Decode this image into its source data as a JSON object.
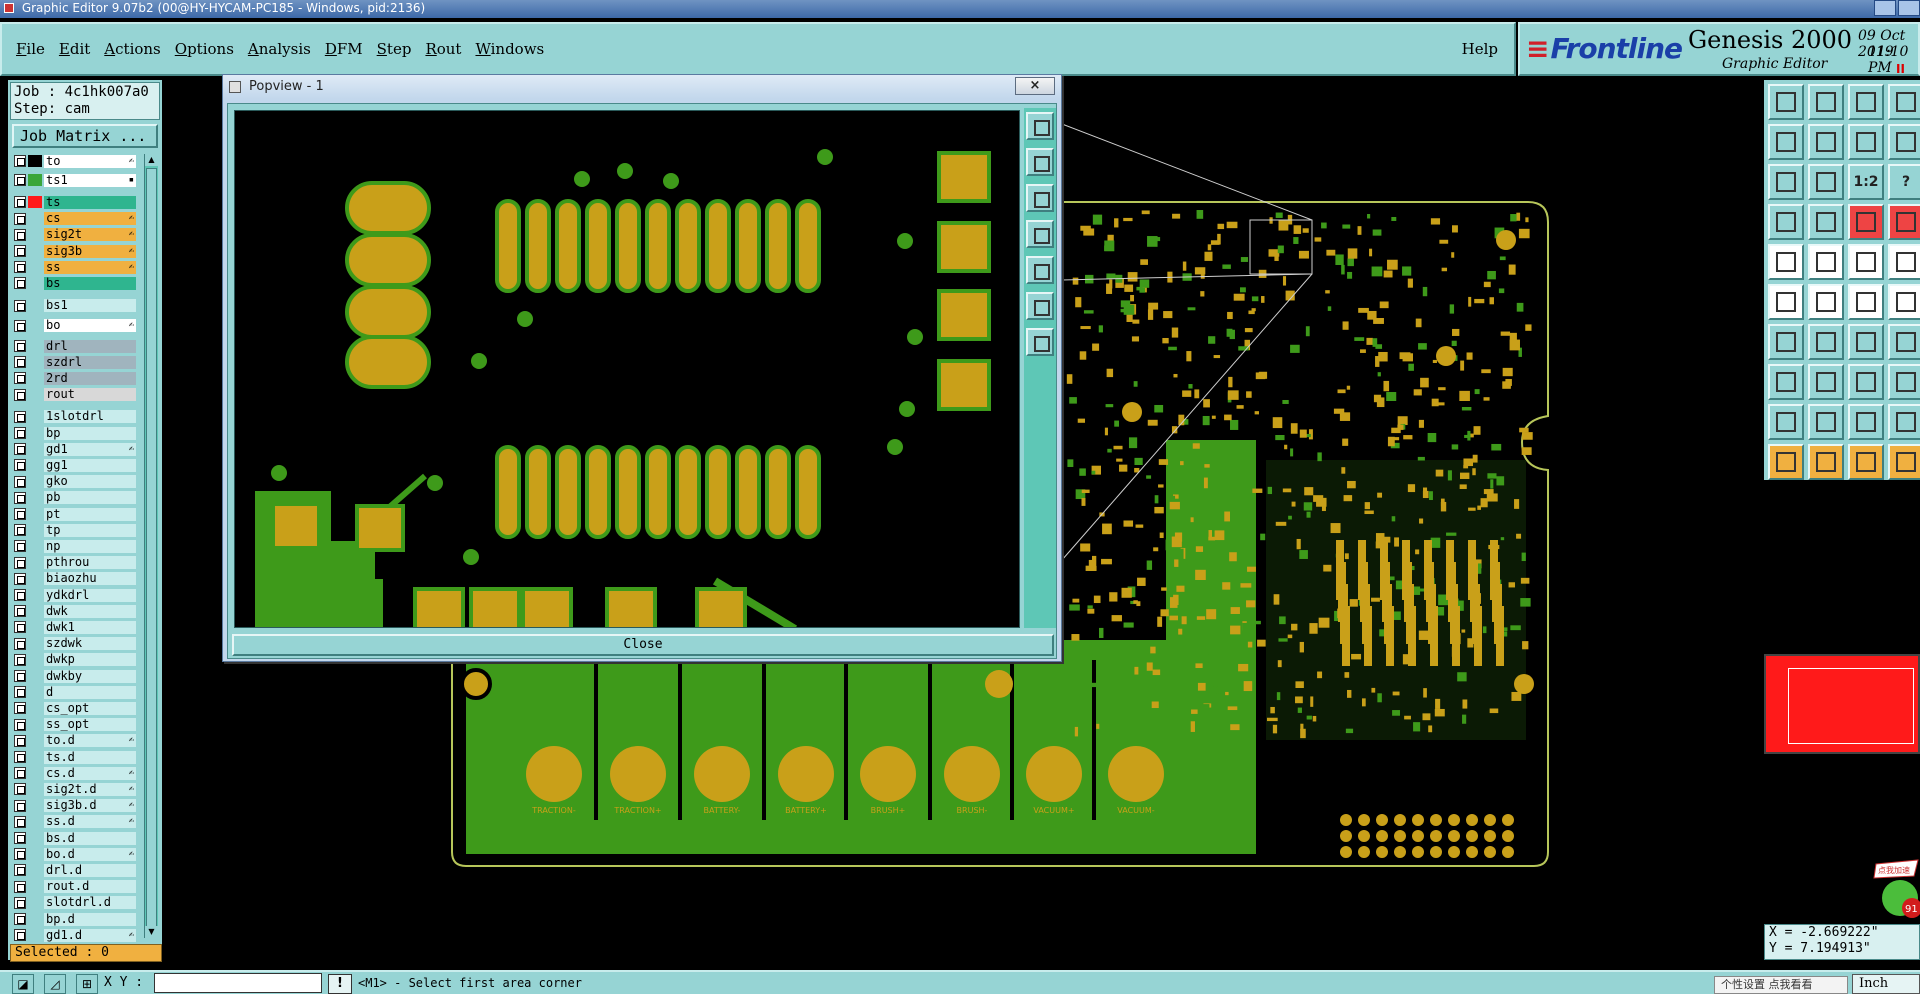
{
  "window": {
    "title": "Graphic Editor 9.07b2 (00@HY-HYCAM-PC185 - Windows, pid:2136)"
  },
  "menu": {
    "items": [
      {
        "key": "F",
        "rest": "ile"
      },
      {
        "key": "E",
        "rest": "dit"
      },
      {
        "key": "A",
        "rest": "ctions"
      },
      {
        "key": "O",
        "rest": "ptions"
      },
      {
        "key": "A",
        "rest": "nalysis"
      },
      {
        "key": "D",
        "rest": "FM"
      },
      {
        "key": "S",
        "rest": "tep"
      },
      {
        "key": "R",
        "rest": "out"
      },
      {
        "key": "W",
        "rest": "indows"
      }
    ],
    "help": "Help"
  },
  "brand": {
    "logo": "Frontline",
    "product": "Genesis 2000",
    "subtitle": "Graphic Editor",
    "date": "09 Oct 2019",
    "time": "11:10 PM",
    "pause": "II"
  },
  "job": {
    "job_line": "Job : 4c1hk007a0",
    "step_line": "Step: cam",
    "matrix_label": "Job Matrix ..."
  },
  "layers": [
    {
      "name": "to",
      "bg": "#ffffff",
      "sw": "#000000",
      "mark": "✍"
    },
    {
      "name": "ts1",
      "bg": "#ffffff",
      "sw": "#3aa63a",
      "mark": "▪"
    },
    {
      "name": "ts",
      "bg": "#2fb58f",
      "sw": "#ff1a1a",
      "mark": ""
    },
    {
      "name": "cs",
      "bg": "#f0b040",
      "sw": "",
      "mark": "✍"
    },
    {
      "name": "sig2t",
      "bg": "#f0b040",
      "sw": "",
      "mark": "✍"
    },
    {
      "name": "sig3b",
      "bg": "#f0b040",
      "sw": "",
      "mark": "✍"
    },
    {
      "name": "ss",
      "bg": "#f0b040",
      "sw": "",
      "mark": "✍"
    },
    {
      "name": "bs",
      "bg": "#2fb58f",
      "sw": "",
      "mark": ""
    },
    {
      "name": "bs1",
      "bg": "#c8ecec",
      "sw": "",
      "mark": ""
    },
    {
      "name": "bo",
      "bg": "#ffffff",
      "sw": "",
      "mark": "✍"
    },
    {
      "name": "drl",
      "bg": "#a0b4be",
      "sw": "",
      "mark": ""
    },
    {
      "name": "szdrl",
      "bg": "#a0b4be",
      "sw": "",
      "mark": ""
    },
    {
      "name": "2rd",
      "bg": "#a0b4be",
      "sw": "",
      "mark": ""
    },
    {
      "name": "rout",
      "bg": "#d8d8d8",
      "sw": "",
      "mark": ""
    },
    {
      "name": "1slotdrl",
      "bg": "#c8ecec",
      "sw": "",
      "mark": ""
    },
    {
      "name": "bp",
      "bg": "#c8ecec",
      "sw": "",
      "mark": ""
    },
    {
      "name": "gd1",
      "bg": "#c8ecec",
      "sw": "",
      "mark": "✍"
    },
    {
      "name": "gg1",
      "bg": "#c8ecec",
      "sw": "",
      "mark": ""
    },
    {
      "name": "gko",
      "bg": "#c8ecec",
      "sw": "",
      "mark": ""
    },
    {
      "name": "pb",
      "bg": "#c8ecec",
      "sw": "",
      "mark": ""
    },
    {
      "name": "pt",
      "bg": "#c8ecec",
      "sw": "",
      "mark": ""
    },
    {
      "name": "tp",
      "bg": "#c8ecec",
      "sw": "",
      "mark": ""
    },
    {
      "name": "np",
      "bg": "#c8ecec",
      "sw": "",
      "mark": ""
    },
    {
      "name": "pthrou",
      "bg": "#c8ecec",
      "sw": "",
      "mark": ""
    },
    {
      "name": "biaozhu",
      "bg": "#c8ecec",
      "sw": "",
      "mark": ""
    },
    {
      "name": "ydkdrl",
      "bg": "#c8ecec",
      "sw": "",
      "mark": ""
    },
    {
      "name": "dwk",
      "bg": "#c8ecec",
      "sw": "",
      "mark": ""
    },
    {
      "name": "dwk1",
      "bg": "#c8ecec",
      "sw": "",
      "mark": ""
    },
    {
      "name": "szdwk",
      "bg": "#c8ecec",
      "sw": "",
      "mark": ""
    },
    {
      "name": "dwkp",
      "bg": "#c8ecec",
      "sw": "",
      "mark": ""
    },
    {
      "name": "dwkby",
      "bg": "#c8ecec",
      "sw": "",
      "mark": ""
    },
    {
      "name": "d",
      "bg": "#c8ecec",
      "sw": "",
      "mark": ""
    },
    {
      "name": "cs_opt",
      "bg": "#c8ecec",
      "sw": "",
      "mark": ""
    },
    {
      "name": "ss_opt",
      "bg": "#c8ecec",
      "sw": "",
      "mark": ""
    },
    {
      "name": "to.d",
      "bg": "#c8ecec",
      "sw": "",
      "mark": "✍"
    },
    {
      "name": "ts.d",
      "bg": "#c8ecec",
      "sw": "",
      "mark": ""
    },
    {
      "name": "cs.d",
      "bg": "#c8ecec",
      "sw": "",
      "mark": "✍"
    },
    {
      "name": "sig2t.d",
      "bg": "#c8ecec",
      "sw": "",
      "mark": "✍"
    },
    {
      "name": "sig3b.d",
      "bg": "#c8ecec",
      "sw": "",
      "mark": "✍"
    },
    {
      "name": "ss.d",
      "bg": "#c8ecec",
      "sw": "",
      "mark": "✍"
    },
    {
      "name": "bs.d",
      "bg": "#c8ecec",
      "sw": "",
      "mark": ""
    },
    {
      "name": "bo.d",
      "bg": "#c8ecec",
      "sw": "",
      "mark": "✍"
    },
    {
      "name": "drl.d",
      "bg": "#c8ecec",
      "sw": "",
      "mark": ""
    },
    {
      "name": "rout.d",
      "bg": "#c8ecec",
      "sw": "",
      "mark": ""
    },
    {
      "name": "slotdrl.d",
      "bg": "#c8ecec",
      "sw": "",
      "mark": ""
    },
    {
      "name": "bp.d",
      "bg": "#c8ecec",
      "sw": "",
      "mark": ""
    },
    {
      "name": "gd1.d",
      "bg": "#c8ecec",
      "sw": "",
      "mark": "✍"
    }
  ],
  "selected": "Selected : 0",
  "popview": {
    "title": "Popview - 1",
    "close_x": "×",
    "close_label": "Close"
  },
  "pcb": {
    "labels": [
      "TRACTION-",
      "TRACTION+",
      "BATTERY-",
      "BATTERY+",
      "BRUSH+",
      "BRUSH-",
      "VACUUM+",
      "VACUUM-"
    ],
    "colors": {
      "copper": "#3e9a1a",
      "pad": "#c9a019",
      "outline": "#b7c65a",
      "background": "#000000"
    }
  },
  "right_tools": {
    "scale_label": "1:2",
    "help_label": "?"
  },
  "coords": {
    "x": "X = -2.669222\"",
    "y": "Y = 7.194913\""
  },
  "bottom": {
    "xy_label": "X Y :",
    "xy_value": "",
    "prompt": "<M1> - Select first area corner",
    "units": "Inch",
    "ime": "个性设置  点我看看"
  },
  "chat_badge": {
    "text": "点我加速",
    "count": "91"
  }
}
